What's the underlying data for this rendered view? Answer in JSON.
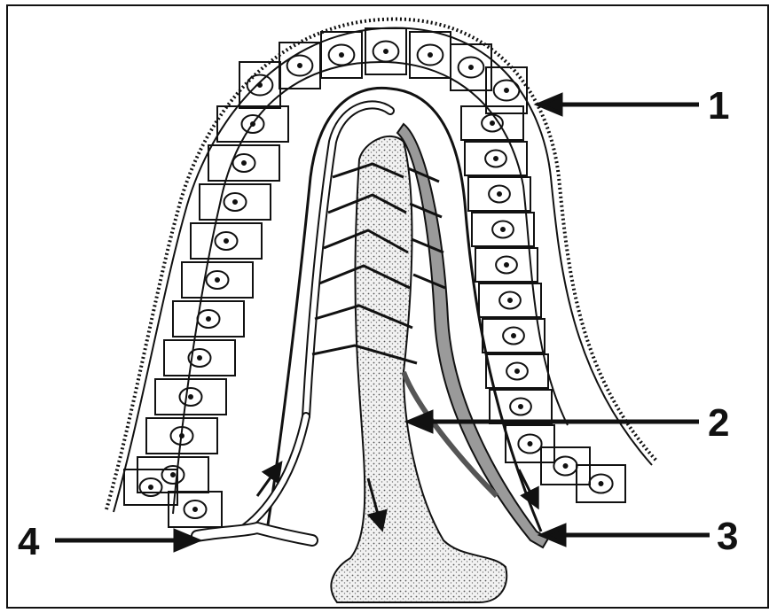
{
  "diagram": {
    "labels": [
      {
        "id": "1",
        "text": "1"
      },
      {
        "id": "2",
        "text": "2"
      },
      {
        "id": "3",
        "text": "3"
      },
      {
        "id": "4",
        "text": "4"
      }
    ]
  },
  "colors": {
    "ink": "#111111",
    "background": "#ffffff",
    "stipple": "#555555",
    "vessel_fill": "#9a9a9a"
  }
}
